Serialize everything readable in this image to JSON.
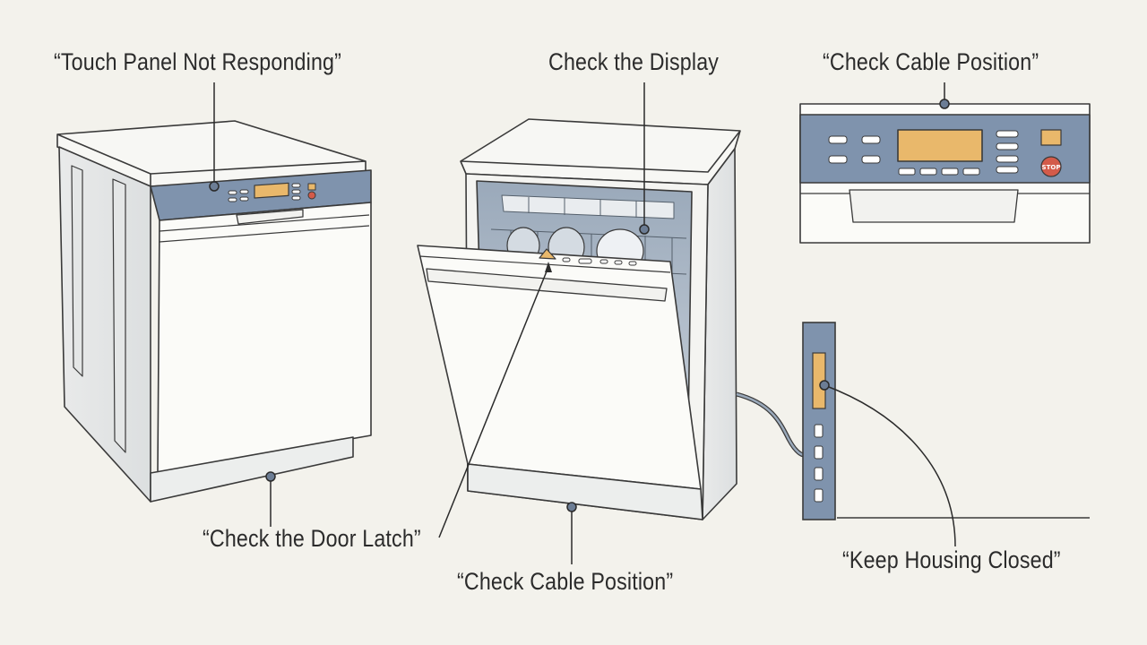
{
  "callouts": {
    "touch_panel": "“Touch Panel Not Responding”",
    "check_display": "Check the Display",
    "cable_position_top": "“Check Cable Position”",
    "door_latch": "“Check the Door Latch”",
    "cable_position_bottom": "“Check Cable Position”",
    "keep_housing": "“Keep Housing Closed”"
  },
  "panel": {
    "stop_label": "STOP"
  },
  "colors": {
    "background": "#f3f2ec",
    "control_panel_blue": "#7f93ad",
    "display_amber": "#e9b86b",
    "line": "#2b2b2b",
    "appliance_white": "#fbfbf8"
  }
}
